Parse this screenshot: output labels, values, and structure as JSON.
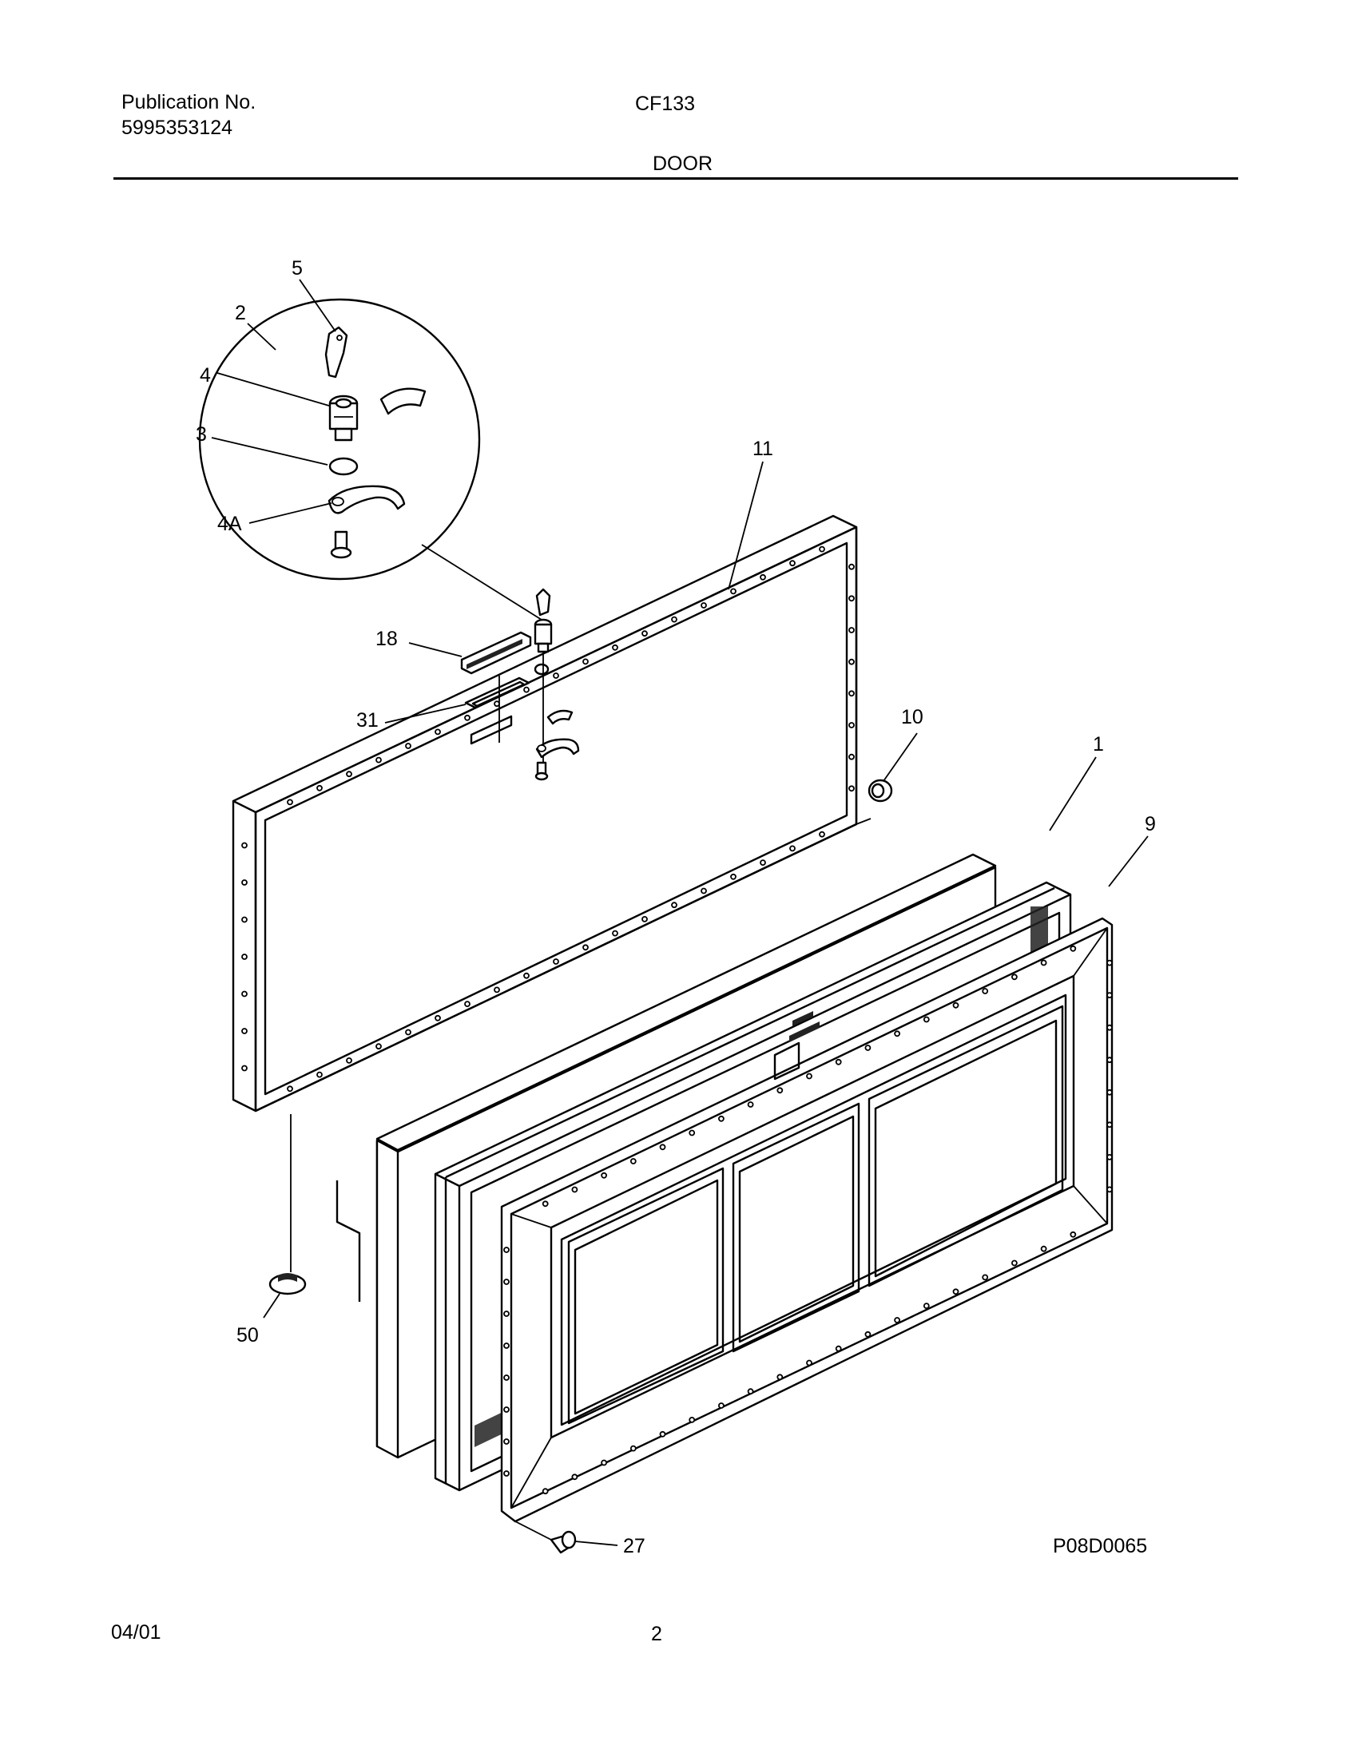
{
  "header": {
    "publication_label": "Publication No.",
    "publication_number": "5995353124",
    "model": "CF133",
    "section": "DOOR"
  },
  "diagram": {
    "drawing_code": "P08D0065",
    "callouts": [
      {
        "id": "c-5",
        "label": "5"
      },
      {
        "id": "c-2",
        "label": "2"
      },
      {
        "id": "c-4",
        "label": "4"
      },
      {
        "id": "c-3",
        "label": "3"
      },
      {
        "id": "c-4a",
        "label": "4A"
      },
      {
        "id": "c-11",
        "label": "11"
      },
      {
        "id": "c-18",
        "label": "18"
      },
      {
        "id": "c-31",
        "label": "31"
      },
      {
        "id": "c-10",
        "label": "10"
      },
      {
        "id": "c-1",
        "label": "1"
      },
      {
        "id": "c-9",
        "label": "9"
      },
      {
        "id": "c-50",
        "label": "50"
      },
      {
        "id": "c-27",
        "label": "27"
      }
    ]
  },
  "footer": {
    "date": "04/01",
    "page": "2"
  }
}
